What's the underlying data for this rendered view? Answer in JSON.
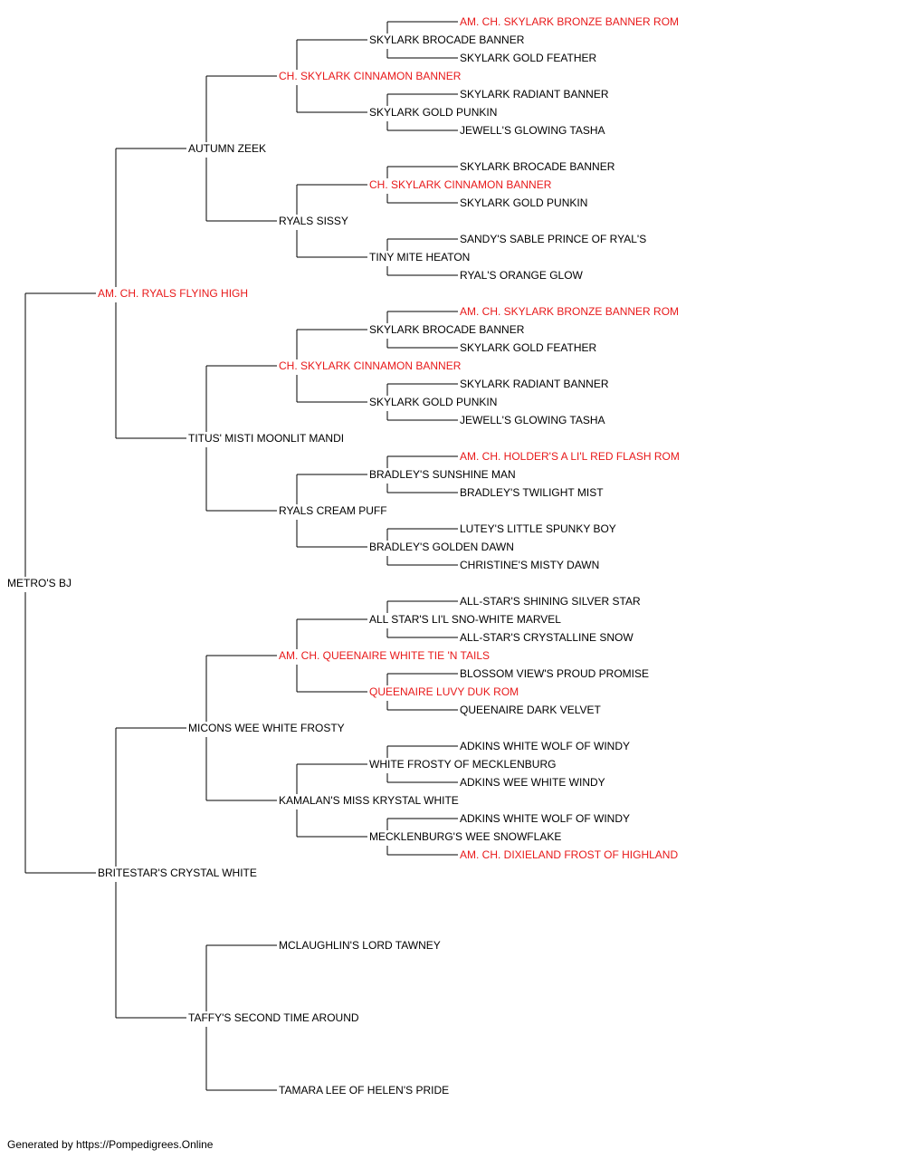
{
  "colors": {
    "champion": "#e8191a",
    "normal": "#000000",
    "line": "#000000"
  },
  "footer": "Generated by https://Pompedigrees.Online",
  "pedigree": {
    "name": "METRO'S BJ",
    "champion": false,
    "sire": {
      "name": "AM. CH. RYALS FLYING HIGH",
      "champion": true,
      "sire": {
        "name": "AUTUMN ZEEK",
        "champion": false,
        "sire": {
          "name": "CH. SKYLARK CINNAMON BANNER",
          "champion": true,
          "sire": {
            "name": "SKYLARK BROCADE BANNER",
            "champion": false,
            "sire": {
              "name": "AM. CH. SKYLARK BRONZE BANNER ROM",
              "champion": true
            },
            "dam": {
              "name": "SKYLARK GOLD FEATHER",
              "champion": false
            }
          },
          "dam": {
            "name": "SKYLARK GOLD PUNKIN",
            "champion": false,
            "sire": {
              "name": "SKYLARK RADIANT BANNER",
              "champion": false
            },
            "dam": {
              "name": "JEWELL'S GLOWING TASHA",
              "champion": false
            }
          }
        },
        "dam": {
          "name": "RYALS SISSY",
          "champion": false,
          "sire": {
            "name": "CH. SKYLARK CINNAMON BANNER",
            "champion": true,
            "sire": {
              "name": "SKYLARK BROCADE BANNER",
              "champion": false
            },
            "dam": {
              "name": "SKYLARK GOLD PUNKIN",
              "champion": false
            }
          },
          "dam": {
            "name": "TINY MITE HEATON",
            "champion": false,
            "sire": {
              "name": "SANDY'S SABLE PRINCE OF RYAL'S",
              "champion": false
            },
            "dam": {
              "name": "RYAL'S ORANGE GLOW",
              "champion": false
            }
          }
        }
      },
      "dam": {
        "name": "TITUS' MISTI MOONLIT MANDI",
        "champion": false,
        "sire": {
          "name": "CH. SKYLARK CINNAMON BANNER",
          "champion": true,
          "sire": {
            "name": "SKYLARK BROCADE BANNER",
            "champion": false,
            "sire": {
              "name": "AM. CH. SKYLARK BRONZE BANNER ROM",
              "champion": true
            },
            "dam": {
              "name": "SKYLARK GOLD FEATHER",
              "champion": false
            }
          },
          "dam": {
            "name": "SKYLARK GOLD PUNKIN",
            "champion": false,
            "sire": {
              "name": "SKYLARK RADIANT BANNER",
              "champion": false
            },
            "dam": {
              "name": "JEWELL'S GLOWING TASHA",
              "champion": false
            }
          }
        },
        "dam": {
          "name": "RYALS CREAM PUFF",
          "champion": false,
          "sire": {
            "name": "BRADLEY'S SUNSHINE MAN",
            "champion": false,
            "sire": {
              "name": "AM. CH. HOLDER'S A LI'L RED FLASH ROM",
              "champion": true
            },
            "dam": {
              "name": "BRADLEY'S TWILIGHT MIST",
              "champion": false
            }
          },
          "dam": {
            "name": "BRADLEY'S GOLDEN DAWN",
            "champion": false,
            "sire": {
              "name": "LUTEY'S LITTLE SPUNKY BOY",
              "champion": false
            },
            "dam": {
              "name": "CHRISTINE'S MISTY DAWN",
              "champion": false
            }
          }
        }
      }
    },
    "dam": {
      "name": "BRITESTAR'S CRYSTAL WHITE",
      "champion": false,
      "sire": {
        "name": "MICONS WEE WHITE FROSTY",
        "champion": false,
        "sire": {
          "name": "AM. CH. QUEENAIRE WHITE TIE 'N TAILS",
          "champion": true,
          "sire": {
            "name": "ALL STAR'S LI'L SNO-WHITE MARVEL",
            "champion": false,
            "sire": {
              "name": "ALL-STAR'S SHINING SILVER STAR",
              "champion": false
            },
            "dam": {
              "name": "ALL-STAR'S CRYSTALLINE SNOW",
              "champion": false
            }
          },
          "dam": {
            "name": "QUEENAIRE LUVY DUK ROM",
            "champion": true,
            "sire": {
              "name": "BLOSSOM VIEW'S PROUD PROMISE",
              "champion": false
            },
            "dam": {
              "name": "QUEENAIRE DARK VELVET",
              "champion": false
            }
          }
        },
        "dam": {
          "name": "KAMALAN'S MISS KRYSTAL WHITE",
          "champion": false,
          "sire": {
            "name": "WHITE FROSTY OF MECKLENBURG",
            "champion": false,
            "sire": {
              "name": "ADKINS WHITE WOLF OF WINDY",
              "champion": false
            },
            "dam": {
              "name": "ADKINS WEE WHITE WINDY",
              "champion": false
            }
          },
          "dam": {
            "name": "MECKLENBURG'S WEE SNOWFLAKE",
            "champion": false,
            "sire": {
              "name": "ADKINS WHITE WOLF OF WINDY",
              "champion": false
            },
            "dam": {
              "name": "AM. CH. DIXIELAND FROST OF HIGHLAND",
              "champion": true
            }
          }
        }
      },
      "dam": {
        "name": "TAFFY'S SECOND TIME AROUND",
        "champion": false,
        "sire": {
          "name": "MCLAUGHLIN'S LORD TAWNEY",
          "champion": false
        },
        "dam": {
          "name": "TAMARA LEE OF HELEN'S PRIDE",
          "champion": false
        }
      }
    }
  }
}
